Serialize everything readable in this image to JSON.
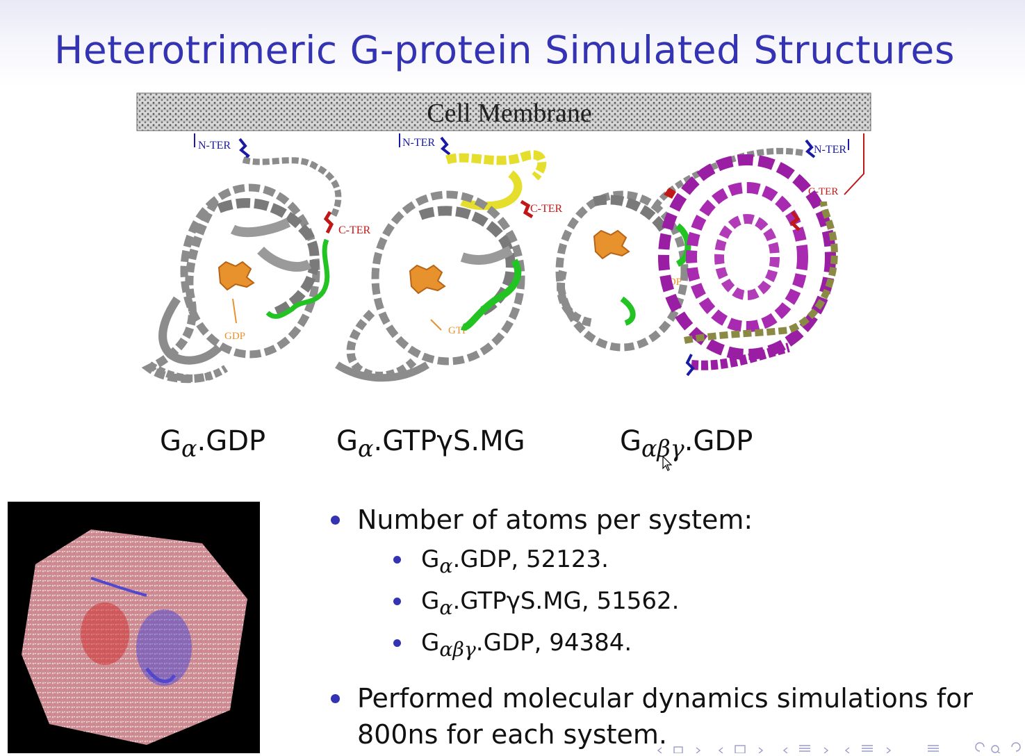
{
  "slide": {
    "title": "Heterotrimeric G-protein Simulated Structures"
  },
  "figure": {
    "membrane_label": "Cell Membrane",
    "labels": {
      "nter_1": "N-TER",
      "cter_1": "C-TER",
      "gdp_1": "GDP",
      "nter_2": "N-TER",
      "cter_2": "C-TER",
      "gtp_2": "GTP",
      "nter_3": "N-TER",
      "cter_3": "C-TER",
      "gdp_3": "GDP"
    },
    "colors": {
      "alpha_subunit": "#8c8c8c",
      "beta_subunit": "#9a1ea3",
      "gamma_subunit": "#8a8a45",
      "nucleotide": "#e8922e",
      "switch_region": "#22c322",
      "n_terminus": "#1a1aa6",
      "c_terminus": "#c01818",
      "helix_highlight": "#e6de2c"
    }
  },
  "captions": [
    {
      "base": "G",
      "sub": "α",
      "rest": ".GDP"
    },
    {
      "base": "G",
      "sub": "α",
      "rest": ".GTPγS.MG"
    },
    {
      "base": "G",
      "sub": "αβγ",
      "rest": ".GDP"
    }
  ],
  "bullets": {
    "atoms_heading": "Number of atoms per system:",
    "atoms_items": [
      {
        "base": "G",
        "sub": "α",
        "rest": ".GDP, 52123."
      },
      {
        "base": "G",
        "sub": "α",
        "rest": ".GTPγS.MG, 51562."
      },
      {
        "base": "G",
        "sub": "αβγ",
        "rest": ".GDP, 94384."
      }
    ],
    "md_line1": "Performed molecular dynamics simulations for",
    "md_line2": "800ns for each system."
  },
  "navigation": {
    "icons": [
      "prev-slide-icon",
      "frame-icon",
      "next-slide-icon",
      "prev-section-icon",
      "section-icon",
      "next-section-icon",
      "prev-subsection-icon",
      "subsection-icon",
      "next-subsection-icon",
      "toc-icon",
      "undo-icon",
      "search-icon",
      "redo-icon"
    ],
    "accent": "#9a9ac8"
  }
}
